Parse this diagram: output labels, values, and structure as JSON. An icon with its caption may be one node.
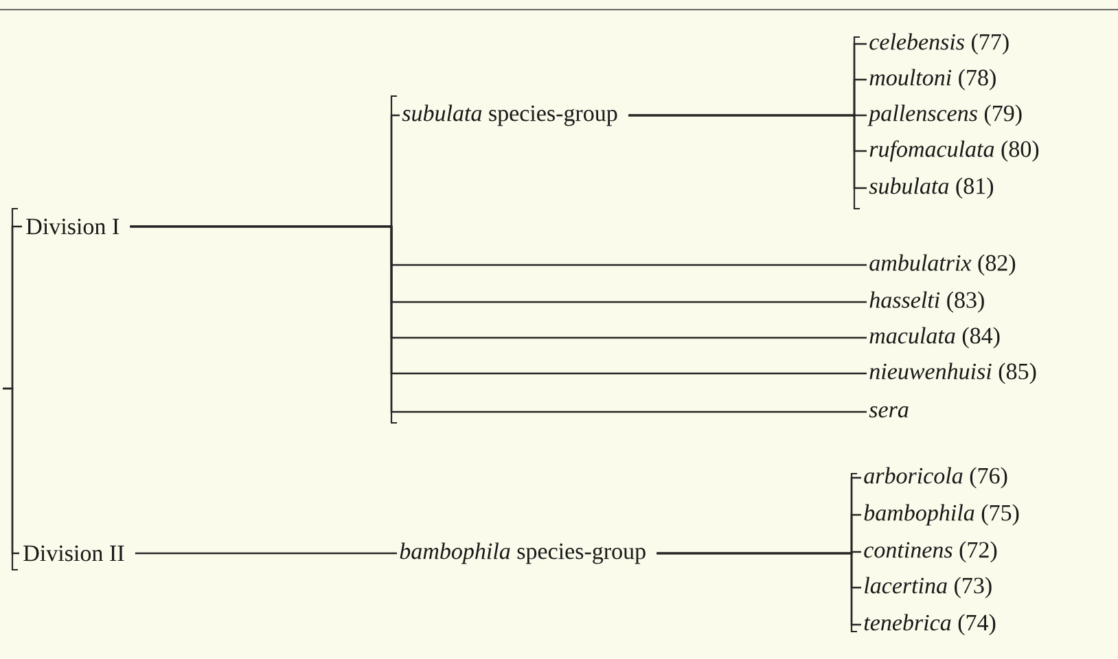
{
  "diagram": {
    "nodes": [
      {
        "text": [
          "Division I"
        ]
      },
      {
        "text": [
          "*subulata* species-group"
        ]
      },
      {
        "text": [
          "*celebensis* (77)"
        ]
      },
      {
        "text": [
          "*moultoni* (78)"
        ]
      },
      {
        "text": [
          "*pallenscens* (79)"
        ]
      },
      {
        "text": [
          "*rufomaculata* (80)"
        ]
      },
      {
        "text": [
          "*subulata* (81)"
        ]
      },
      {
        "text": [
          "*ambulatrix* (82)"
        ]
      },
      {
        "text": [
          "*hasselti* (83)"
        ]
      },
      {
        "text": [
          "*maculata* (84)"
        ]
      },
      {
        "text": [
          "*nieuwenhuisi* (85)"
        ]
      },
      {
        "text": [
          "*sera*"
        ]
      },
      {
        "text": [
          "Division II"
        ]
      },
      {
        "text": [
          "*bambophila* species-group"
        ]
      },
      {
        "text": [
          "*arboricola* (76)"
        ]
      },
      {
        "text": [
          "*bambophila* (75)"
        ]
      },
      {
        "text": [
          "*continens* (72)"
        ]
      },
      {
        "text": [
          "*lacertina* (73)"
        ]
      },
      {
        "text": [
          "*tenebrica* (74)"
        ]
      }
    ],
    "edges": [
      {
        "from": null,
        "to": 0,
        "arrow": "none"
      },
      {
        "from": null,
        "to": 12,
        "arrow": "none"
      },
      {
        "from": 0,
        "to": 1,
        "arrow": "none"
      },
      {
        "from": 0,
        "to": 7,
        "arrow": "none"
      },
      {
        "from": 0,
        "to": 8,
        "arrow": "none"
      },
      {
        "from": 0,
        "to": 9,
        "arrow": "none"
      },
      {
        "from": 0,
        "to": 10,
        "arrow": "none"
      },
      {
        "from": 0,
        "to": 11,
        "arrow": "none"
      },
      {
        "from": 1,
        "to": 2,
        "arrow": "none"
      },
      {
        "from": 1,
        "to": 3,
        "arrow": "none"
      },
      {
        "from": 1,
        "to": 4,
        "arrow": "none"
      },
      {
        "from": 1,
        "to": 5,
        "arrow": "none"
      },
      {
        "from": 1,
        "to": 6,
        "arrow": "none"
      },
      {
        "from": 12,
        "to": 13,
        "arrow": "none"
      },
      {
        "from": 13,
        "to": 14,
        "arrow": "none"
      },
      {
        "from": 13,
        "to": 15,
        "arrow": "none"
      },
      {
        "from": 13,
        "to": 16,
        "arrow": "none"
      },
      {
        "from": 13,
        "to": 17,
        "arrow": "none"
      },
      {
        "from": 13,
        "to": 18,
        "arrow": "none"
      }
    ]
  }
}
